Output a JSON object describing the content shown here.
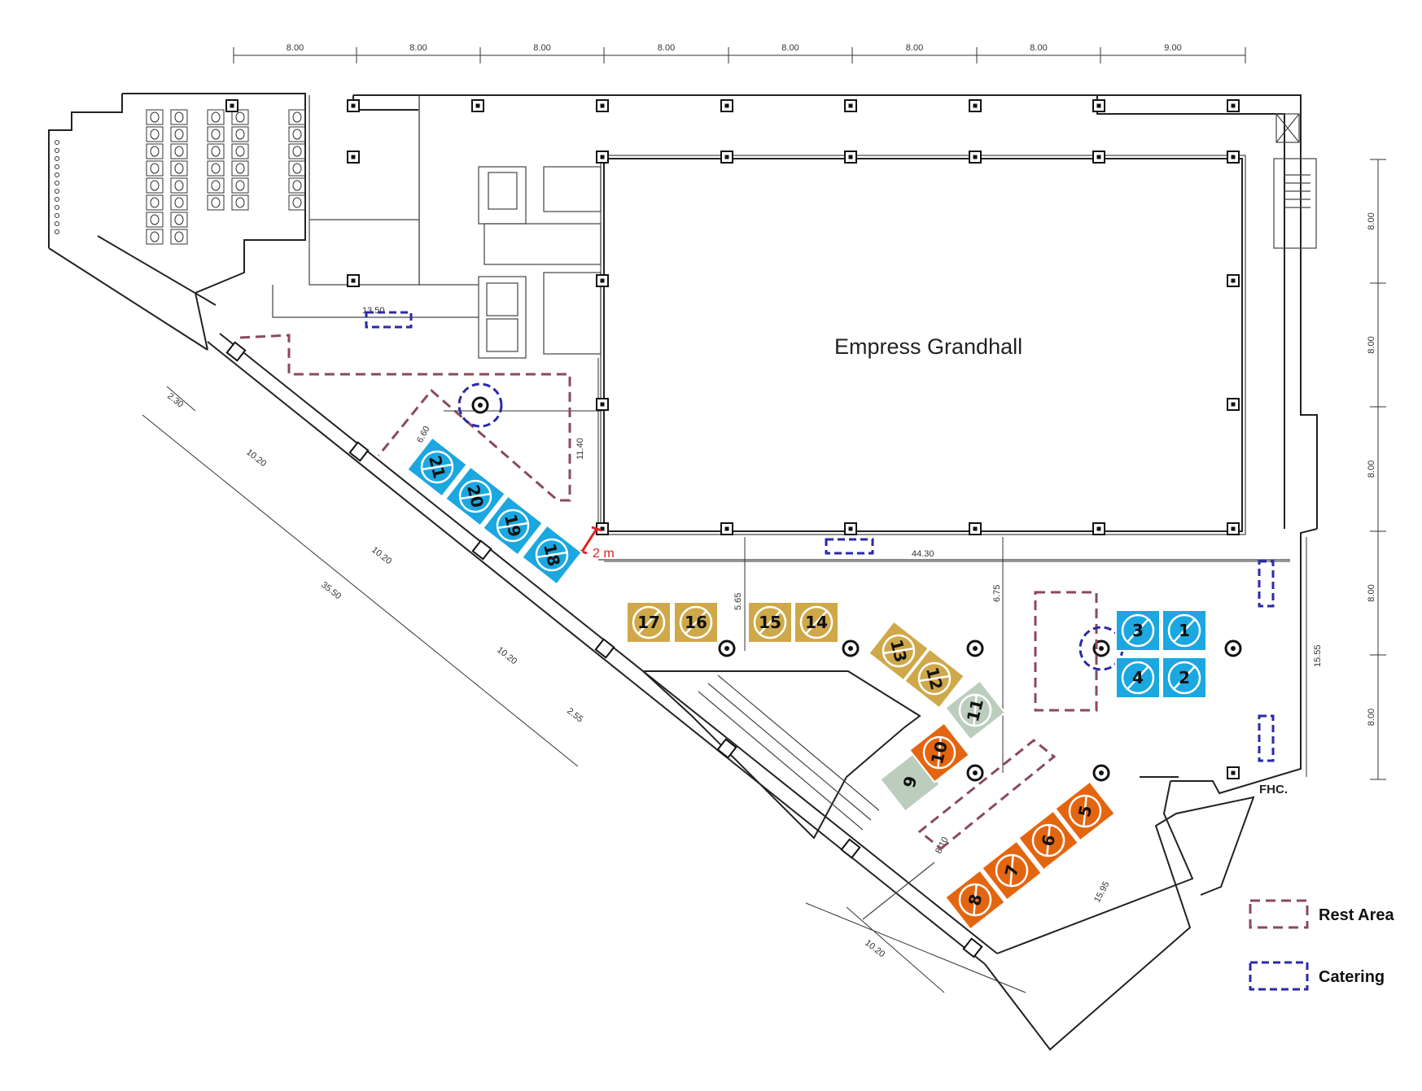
{
  "hall": {
    "title": "Empress Grandhall"
  },
  "top_dims": [
    "8.00",
    "8.00",
    "8.00",
    "8.00",
    "8.00",
    "8.00",
    "8.00",
    "9.00"
  ],
  "right_dims": [
    "8.00",
    "8.00",
    "8.00",
    "8.00",
    "8.00"
  ],
  "misc_dims": {
    "d1350": "13.50",
    "d230": "2.30",
    "d1020a": "10.20",
    "d1020b": "10.20",
    "d1020c": "10.20",
    "d3550": "35.50",
    "d255": "2.55",
    "d660": "6.60",
    "d1140": "11.40",
    "d4430": "44.30",
    "d565": "5.65",
    "d675": "6.75",
    "d1555": "15.55",
    "d810": "8.10",
    "d1595": "15.95",
    "d1020d": "10.20"
  },
  "annotations": {
    "clearance": "2 m",
    "fhc": "FHC."
  },
  "legend": {
    "rest": "Rest Area",
    "catering": "Catering"
  },
  "colors": {
    "blue": "#1ba7e0",
    "gold": "#cfa84a",
    "orange": "#e4650f",
    "gray": "#bccdbd",
    "rest": "#8a4a5a",
    "catering": "#2a2aa8"
  },
  "booths": [
    {
      "num": "1",
      "color": "blue",
      "crossed": true
    },
    {
      "num": "2",
      "color": "blue",
      "crossed": true
    },
    {
      "num": "3",
      "color": "blue",
      "crossed": true
    },
    {
      "num": "4",
      "color": "blue",
      "crossed": true
    },
    {
      "num": "5",
      "color": "orange",
      "crossed": true
    },
    {
      "num": "6",
      "color": "orange",
      "crossed": true
    },
    {
      "num": "7",
      "color": "orange",
      "crossed": true
    },
    {
      "num": "8",
      "color": "orange",
      "crossed": true
    },
    {
      "num": "9",
      "color": "gray",
      "crossed": false
    },
    {
      "num": "10",
      "color": "orange",
      "crossed": true
    },
    {
      "num": "11",
      "color": "gray",
      "crossed": true
    },
    {
      "num": "12",
      "color": "gold",
      "crossed": true
    },
    {
      "num": "13",
      "color": "gold",
      "crossed": true
    },
    {
      "num": "14",
      "color": "gold",
      "crossed": true
    },
    {
      "num": "15",
      "color": "gold",
      "crossed": true
    },
    {
      "num": "16",
      "color": "gold",
      "crossed": true
    },
    {
      "num": "17",
      "color": "gold",
      "crossed": true
    },
    {
      "num": "18",
      "color": "blue",
      "crossed": true
    },
    {
      "num": "19",
      "color": "blue",
      "crossed": true
    },
    {
      "num": "20",
      "color": "blue",
      "crossed": true
    },
    {
      "num": "21",
      "color": "blue",
      "crossed": true
    }
  ]
}
